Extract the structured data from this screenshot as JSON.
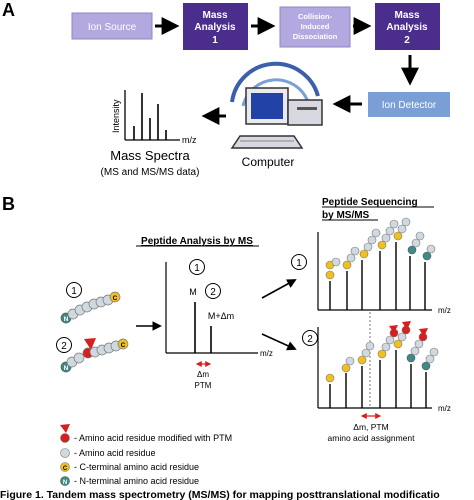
{
  "panel_a": {
    "label": "A",
    "ion_source": "Ion Source",
    "mass_analysis_1": [
      "Mass",
      "Analysis",
      "1"
    ],
    "collision": [
      "Collision-",
      "Induced",
      "Dissociation"
    ],
    "mass_analysis_2": [
      "Mass",
      "Analysis",
      "2"
    ],
    "ion_detector": "Ion Detector",
    "computer": "Computer",
    "spectrum_y_label": "Intensity",
    "spectrum_x_label": "m/z",
    "mass_spectra_title": "Mass Spectra",
    "mass_spectra_subtitle": "(MS and MS/MS data)"
  },
  "panel_b": {
    "label": "B",
    "peptide_analysis_title": "Peptide Analysis by MS",
    "peptide_sequencing_title": [
      "Peptide Sequencing",
      "by MS/MS"
    ],
    "num_1": "1",
    "num_2": "2",
    "peak_m": "M",
    "peak_m_dm": "M+Δm",
    "axis_mz": "m/z",
    "delta_m": "Δm",
    "ptm": "PTM",
    "delta_m_ptm": "Δm, PTM",
    "amino_acid_assignment": "amino acid assignment",
    "c_letter": "C",
    "n_letter": "N",
    "legend": [
      "- Amino acid residue modified with PTM",
      "- Amino acid residue",
      "- C-terminal amino acid residue",
      "- N-terminal amino acid residue"
    ]
  },
  "caption": "Figure 1. Tandem mass spectrometry (MS/MS) for mapping posttranslational modificatio",
  "colors": {
    "light_purple": "#b3a9e0",
    "dark_purple": "#4b2e8c",
    "ion_detector_blue": "#7a9fd6",
    "residue_gray": "#cfd9df",
    "c_terminal_yellow": "#f2c01e",
    "n_terminal_teal": "#3e8a86",
    "ptm_red": "#d81e1e"
  }
}
